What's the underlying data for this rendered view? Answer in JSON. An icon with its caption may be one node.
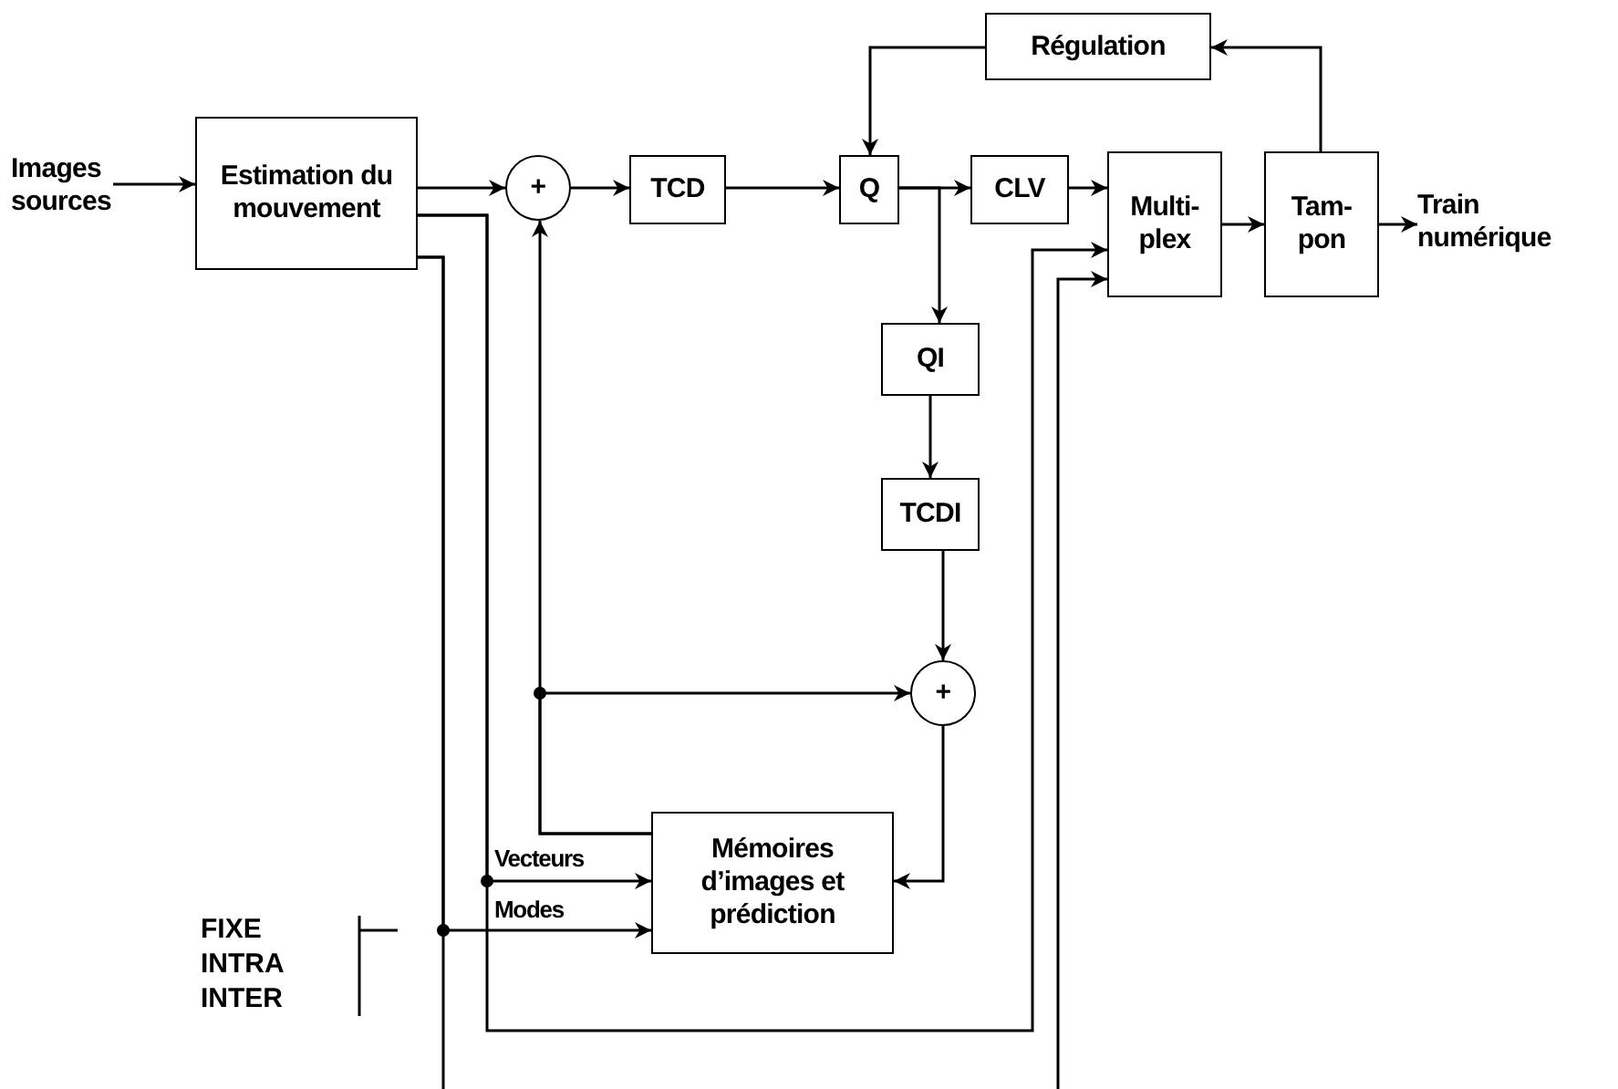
{
  "diagram": {
    "nodes": [
      {
        "text": [
          "Images sources"
        ]
      },
      {
        "text": [
          "Estimation du mouvement"
        ]
      },
      {
        "text": [
          "+"
        ]
      },
      {
        "text": [
          "TCD"
        ]
      },
      {
        "text": [
          "Q"
        ]
      },
      {
        "text": [
          "CLV"
        ]
      },
      {
        "text": [
          "Multi- plex"
        ]
      },
      {
        "text": [
          "Tam- pon"
        ]
      },
      {
        "text": [
          "Train numérique"
        ]
      },
      {
        "text": [
          "Régulation"
        ]
      },
      {
        "text": [
          "QI"
        ]
      },
      {
        "text": [
          "TCDI"
        ]
      },
      {
        "text": [
          "+"
        ]
      },
      {
        "text": [
          "Mémoires d’images et prédiction"
        ]
      }
    ],
    "edges": [
      {
        "from": 0,
        "to": 1,
        "arrow": "to"
      },
      {
        "from": 1,
        "to": 2,
        "arrow": "to"
      },
      {
        "from": 2,
        "to": 3,
        "arrow": "to"
      },
      {
        "from": 3,
        "to": 4,
        "arrow": "to"
      },
      {
        "from": 4,
        "to": 5,
        "arrow": "to"
      },
      {
        "from": 4,
        "to": 10,
        "arrow": "to"
      },
      {
        "from": 5,
        "to": 6,
        "arrow": "to"
      },
      {
        "from": 6,
        "to": 7,
        "arrow": "to"
      },
      {
        "from": 7,
        "to": 8,
        "arrow": "to"
      },
      {
        "from": 7,
        "to": 9,
        "arrow": "to"
      },
      {
        "from": 9,
        "to": 4,
        "arrow": "to"
      },
      {
        "from": 10,
        "to": 11,
        "arrow": "to"
      },
      {
        "from": 11,
        "to": 12,
        "arrow": "to"
      },
      {
        "from": 13,
        "to": 2,
        "arrow": "to"
      },
      {
        "from": 13,
        "to": 12,
        "arrow": "to"
      },
      {
        "from": 12,
        "to": 13,
        "arrow": "to"
      },
      {
        "from": 1,
        "to": 6,
        "arrow": "to"
      },
      {
        "from": 1,
        "to": 13,
        "arrow": "to",
        "label": "Vecteurs"
      },
      {
        "from": 1,
        "to": null,
        "arrow": "none"
      },
      {
        "from": 1,
        "to": 13,
        "arrow": "to",
        "label": "Modes"
      },
      {
        "from": null,
        "to": 6,
        "arrow": "to"
      }
    ],
    "labels": [
      "FIXE",
      "INTRA",
      "INTER"
    ]
  }
}
